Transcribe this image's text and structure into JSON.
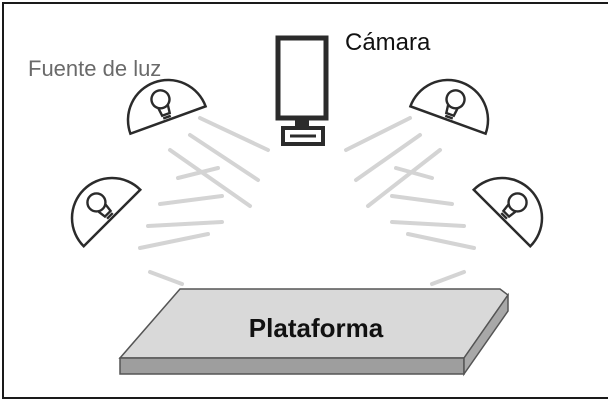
{
  "diagram": {
    "camera_label": "Cámara",
    "light_label": "Fuente de luz",
    "platform_label": "Plataforma"
  },
  "colors": {
    "stroke": "#2b2b2b",
    "beam": "#d4d4d4",
    "platform_top": "#d9d9d9",
    "platform_side": "#a8a8a8",
    "platform_front": "#9e9e9e",
    "text_dark": "#111111",
    "text_gray": "#6a6a6a"
  },
  "icons": [
    "camera-icon",
    "lamp-icon",
    "lightbulb-icon",
    "platform-slab"
  ]
}
